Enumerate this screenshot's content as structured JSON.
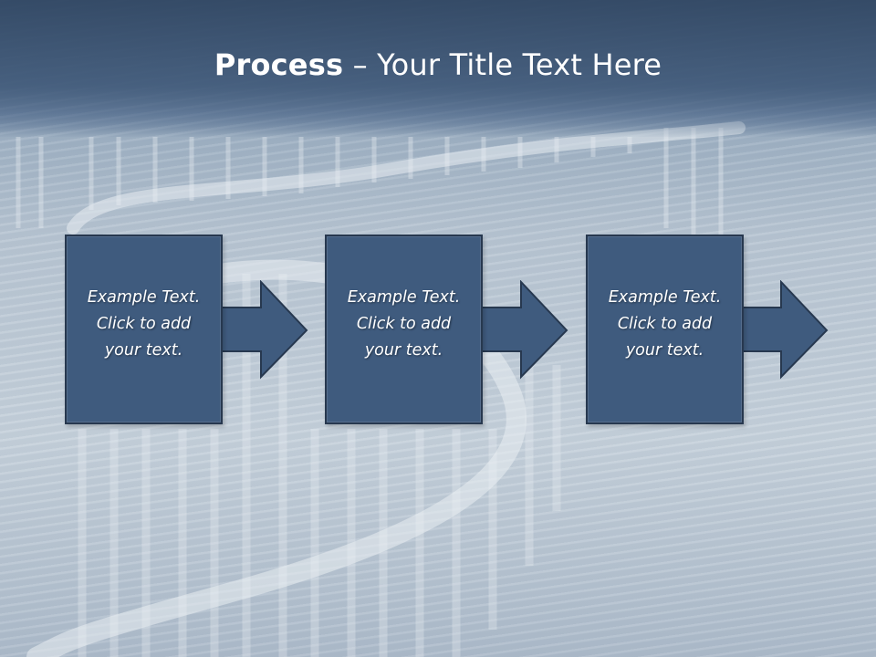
{
  "title": {
    "bold": "Process",
    "rest": " – Your Title Text Here"
  },
  "steps": [
    {
      "text": "Example Text.\nClick  to add\nyour text."
    },
    {
      "text": "Example Text.\nClick  to add\nyour text."
    },
    {
      "text": "Example Text.\nClick  to add\nyour text."
    }
  ],
  "colors": {
    "box": "#3f5b7e",
    "box_border": "#27384f",
    "title_band": "#4a6385"
  }
}
